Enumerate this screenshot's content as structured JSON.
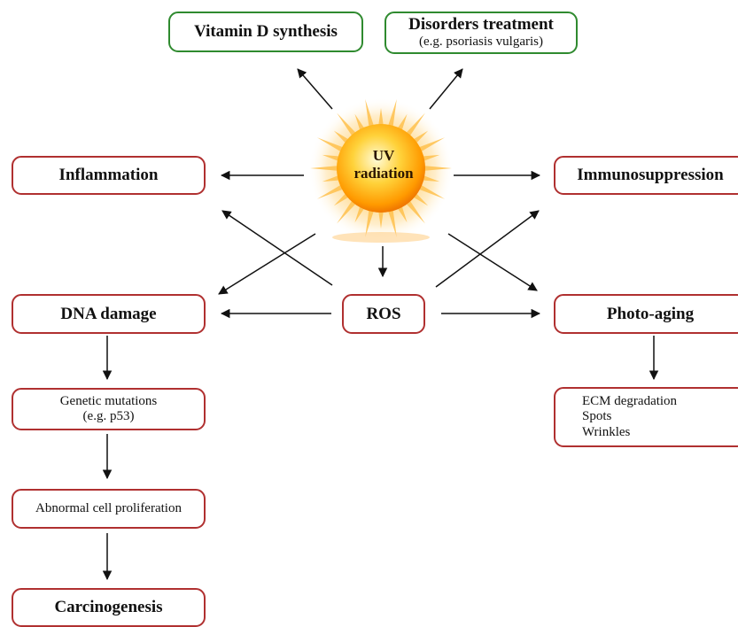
{
  "center": {
    "line1": "UV",
    "line2": "radiation"
  },
  "ros": "ROS",
  "benefits": {
    "vitamin_d": "Vitamin D synthesis",
    "disorders_title": "Disorders treatment",
    "disorders_example": "(e.g. psoriasis vulgaris)"
  },
  "effects": {
    "inflammation": "Inflammation",
    "immunosuppression": "Immunosuppression",
    "dna_damage": "DNA damage",
    "photo_aging": "Photo-aging",
    "genetic_mutations": "Genetic mutations",
    "genetic_mutations_example": "(e.g. p53)",
    "abnormal_proliferation": "Abnormal cell proliferation",
    "carcinogenesis": "Carcinogenesis",
    "photo_aging_details": [
      "ECM degradation",
      "Spots",
      "Wrinkles"
    ]
  },
  "colors": {
    "benefit_border": "#2f8a2f",
    "harm_border": "#b03030",
    "sun_core": "#ffb300",
    "sun_rays": "#ffd27a"
  },
  "icons": {
    "center": "sun-icon"
  }
}
